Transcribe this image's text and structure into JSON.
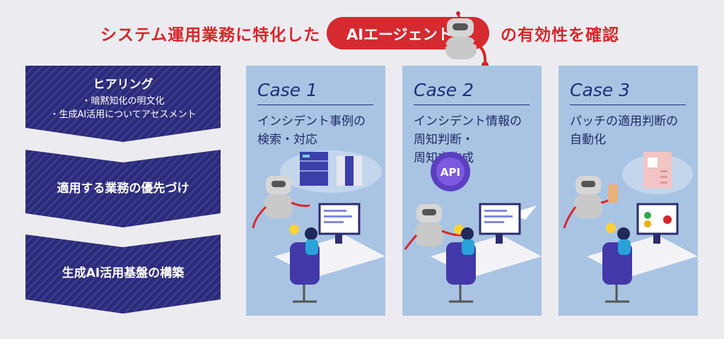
{
  "title": {
    "prefix": "システム運用業務に特化した",
    "highlight": "AIエージェント",
    "suffix": "の有効性を確認"
  },
  "steps": [
    {
      "title": "ヒアリング",
      "items": [
        "・暗黙知化の明文化",
        "・生成AI活用についてアセスメント"
      ]
    },
    {
      "title": "適用する業務の優先づけ"
    },
    {
      "title": "生成AI活用基盤の構築"
    }
  ],
  "cases": [
    {
      "label": "Case 1",
      "desc": [
        "インシデント事例の",
        "検索・対応"
      ]
    },
    {
      "label": "Case 2",
      "desc": [
        "インシデント情報の",
        "周知判断・",
        "周知文作成"
      ],
      "api_label": "API"
    },
    {
      "label": "Case 3",
      "desc": [
        "パッチの適用判断の",
        "自動化"
      ]
    }
  ],
  "colors": {
    "title_red": "#d7262b",
    "chevron_navy": "#2b2a78",
    "card_blue": "#a9c4e3",
    "case_text": "#1f2f7a"
  }
}
